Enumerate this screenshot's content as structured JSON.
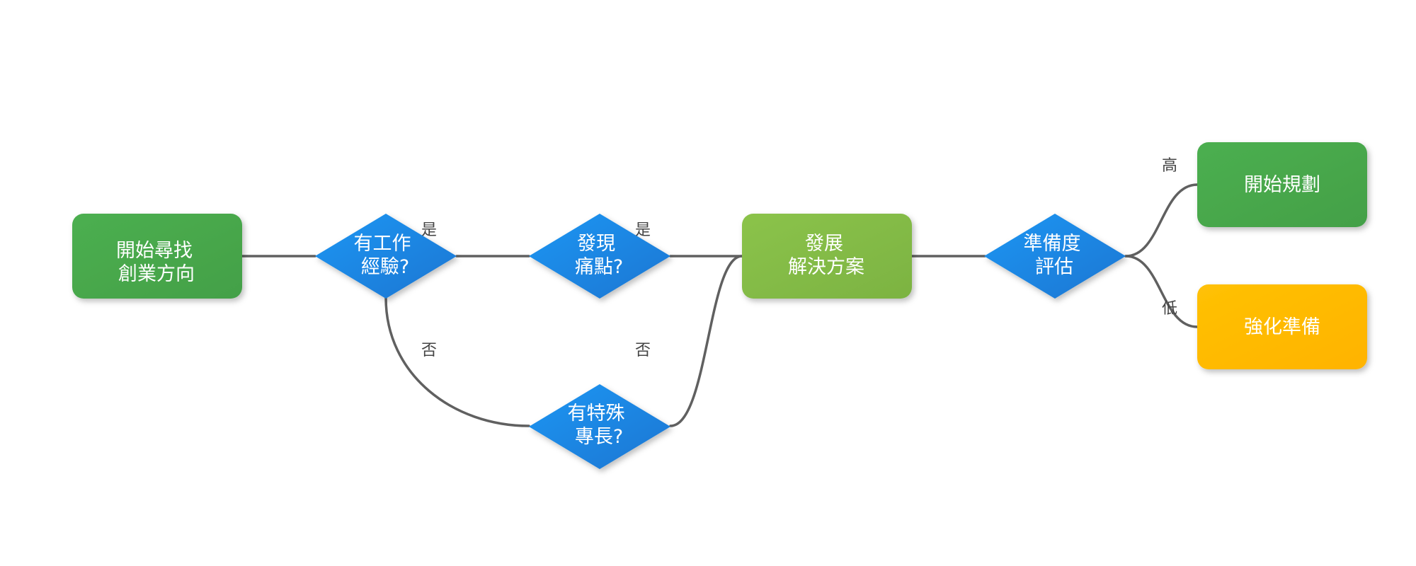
{
  "colors": {
    "green": "#4CAF50",
    "light_green": "#8BC34A",
    "blue": "#1E88E5",
    "yellow": "#FFC107",
    "edge": "#606060",
    "label": "#444444"
  },
  "nodes": {
    "start": [
      "開始尋找",
      "創業方向"
    ],
    "work_exp": [
      "有工作",
      "經驗?"
    ],
    "pain_point": [
      "發現",
      "痛點?"
    ],
    "special_skill": [
      "有特殊",
      "專長?"
    ],
    "develop": [
      "發展",
      "解決方案"
    ],
    "readiness": [
      "準備度",
      "評估"
    ],
    "plan": [
      "開始規劃"
    ],
    "strengthen": [
      "強化準備"
    ]
  },
  "edge_labels": {
    "work_yes": "是",
    "work_no": "否",
    "pain_yes": "是",
    "pain_no": "否",
    "high": "高",
    "low": "低"
  }
}
